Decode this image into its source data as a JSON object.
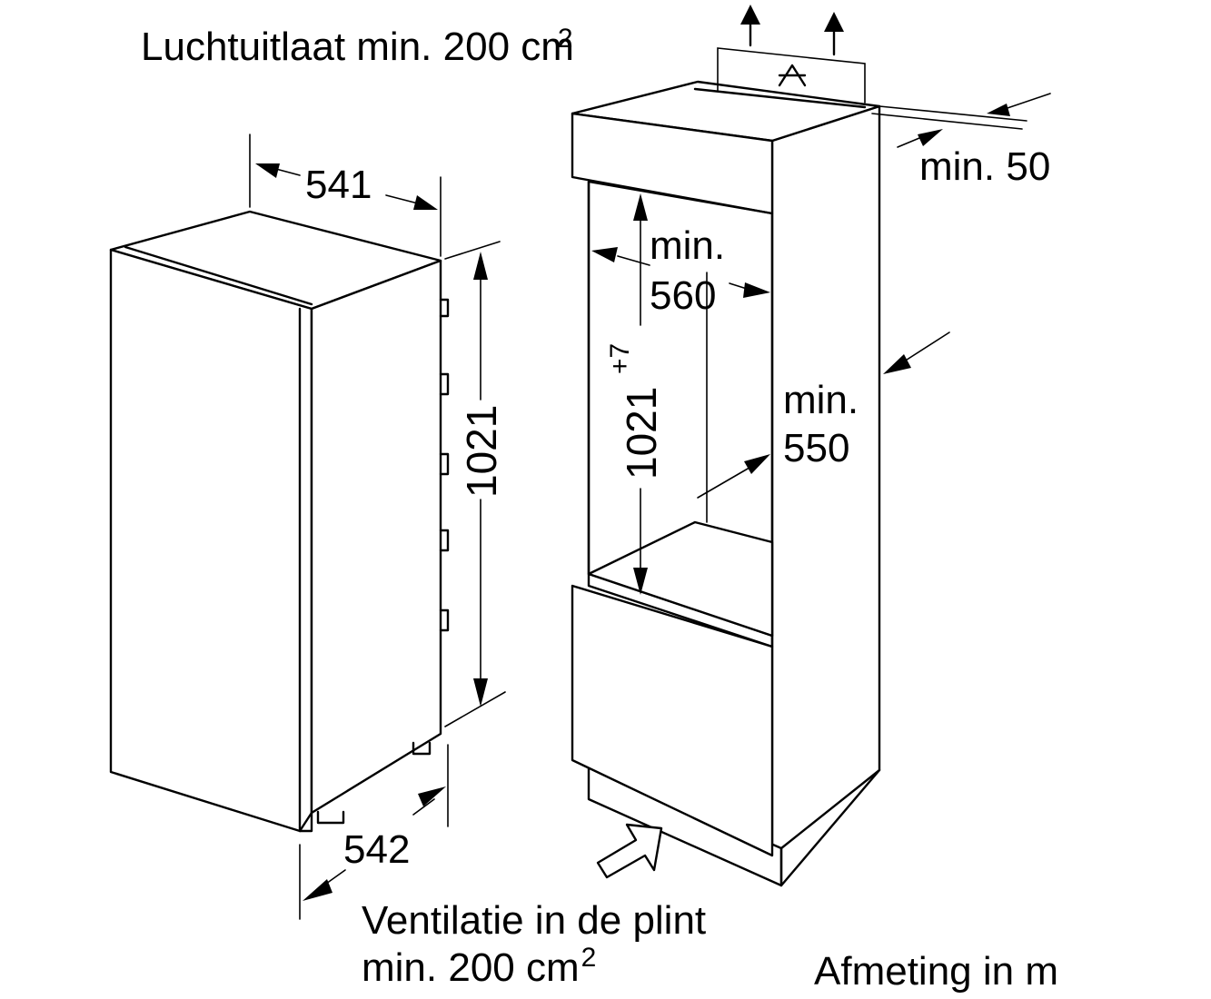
{
  "labels": {
    "air_outlet": "Luchtuitlaat min. 200 cm",
    "air_outlet_sup": "2",
    "width_top": "541",
    "height_appliance": "1021",
    "depth_bottom": "542",
    "min_50": "min. 50",
    "niche_width_min": "min.",
    "niche_width_val": "560",
    "niche_height": "1021",
    "niche_height_sup": "+7",
    "niche_depth_min": "min.",
    "niche_depth_val": "550",
    "plinth_line1": "Ventilatie in de plint",
    "plinth_line2": "min. 200 cm",
    "plinth_sup": "2",
    "units_note": "Afmeting in m"
  }
}
